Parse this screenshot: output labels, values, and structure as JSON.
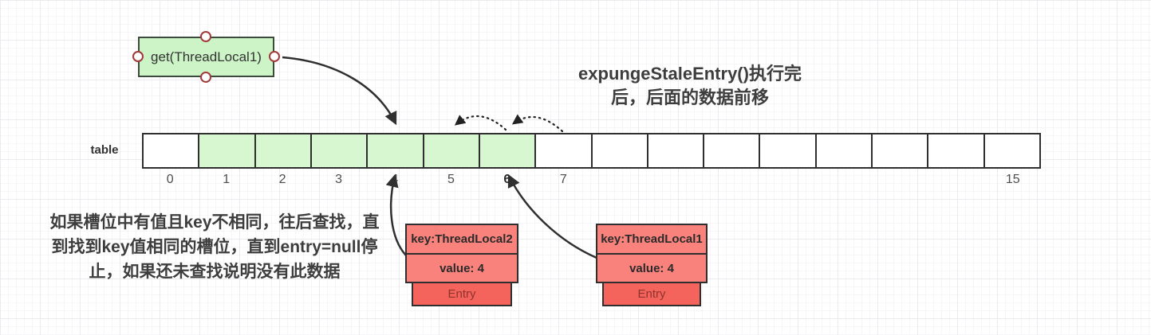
{
  "get_box": {
    "label": "get(ThreadLocal1)",
    "fill": "#cdf4c7",
    "border": "#3c4a3c"
  },
  "title": {
    "line1": "expungeStaleEntry()执行完",
    "line2": "后，后面的数据前移"
  },
  "note": {
    "line1": "如果槽位中有值且key不相同，往后查找，直",
    "line2": "到找到key值相同的槽位，直到entry=null停",
    "line3": "止，如果还未查找说明没有此数据"
  },
  "table": {
    "label": "table",
    "green_fill": "#d6f7d0",
    "cells": [
      {
        "label": "0",
        "green": false,
        "bold": false
      },
      {
        "label": "1",
        "green": true,
        "bold": false
      },
      {
        "label": "2",
        "green": true,
        "bold": false
      },
      {
        "label": "3",
        "green": true,
        "bold": false
      },
      {
        "label": "4",
        "green": true,
        "bold": false
      },
      {
        "label": "5",
        "green": true,
        "bold": false
      },
      {
        "label": "6",
        "green": true,
        "bold": true
      },
      {
        "label": "7",
        "green": false,
        "bold": false
      },
      {
        "label": "",
        "green": false,
        "bold": false
      },
      {
        "label": "",
        "green": false,
        "bold": false
      },
      {
        "label": "",
        "green": false,
        "bold": false
      },
      {
        "label": "",
        "green": false,
        "bold": false
      },
      {
        "label": "",
        "green": false,
        "bold": false
      },
      {
        "label": "",
        "green": false,
        "bold": false
      },
      {
        "label": "",
        "green": false,
        "bold": false
      },
      {
        "label": "15",
        "green": false,
        "bold": false
      }
    ]
  },
  "entries": [
    {
      "key": "key:ThreadLocal2",
      "value": "value: 4",
      "type": "Entry"
    },
    {
      "key": "key:ThreadLocal1",
      "value": "value: 4",
      "type": "Entry"
    }
  ],
  "colors": {
    "entry_key_fill": "#f9827c",
    "entry_type_fill": "#f5645c",
    "entry_type_text": "#8e332c",
    "arrow_stroke": "#2f2f2f",
    "handle_ring": "#a03a38"
  }
}
